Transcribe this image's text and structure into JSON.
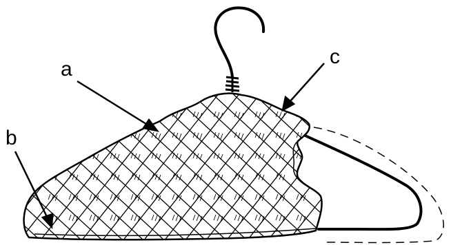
{
  "labels": {
    "a": "a",
    "b": "b",
    "c": "c"
  },
  "colors": {
    "ink": "#000000",
    "paper": "#ffffff"
  }
}
